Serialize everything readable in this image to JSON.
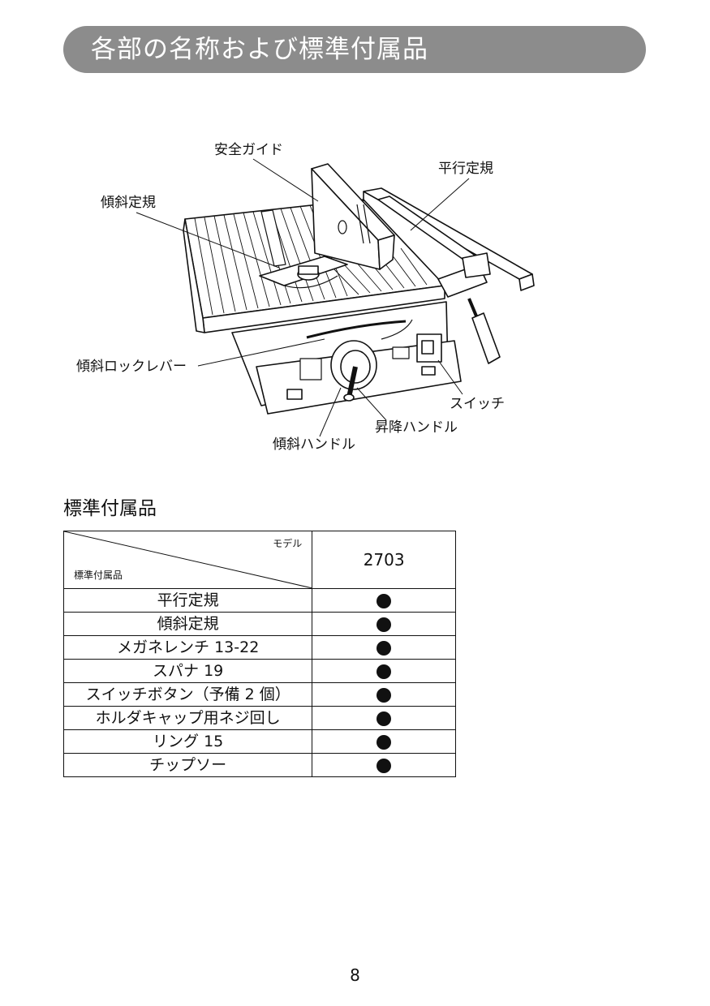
{
  "header": {
    "title": "各部の名称および標準付属品"
  },
  "figure": {
    "callouts": {
      "safety_guide": "安全ガイド",
      "parallel_ruler": "平行定規",
      "miter_gauge": "傾斜定規",
      "bevel_lock_lever": "傾斜ロックレバー",
      "switch": "スイッチ",
      "elevation_handle": "昇降ハンドル",
      "bevel_handle": "傾斜ハンドル"
    }
  },
  "accessories": {
    "title": "標準付属品",
    "header_model_label": "モデル",
    "header_accessory_label": "標準付属品",
    "model_number": "2703",
    "rows": [
      {
        "name": "平行定規"
      },
      {
        "name": "傾斜定規"
      },
      {
        "name": "メガネレンチ 13-22"
      },
      {
        "name": "スパナ 19"
      },
      {
        "name": "スイッチボタン（予備 2 個）"
      },
      {
        "name": "ホルダキャップ用ネジ回し"
      },
      {
        "name": "リング 15"
      },
      {
        "name": "チップソー"
      }
    ]
  },
  "footer": {
    "page_number": "8"
  }
}
